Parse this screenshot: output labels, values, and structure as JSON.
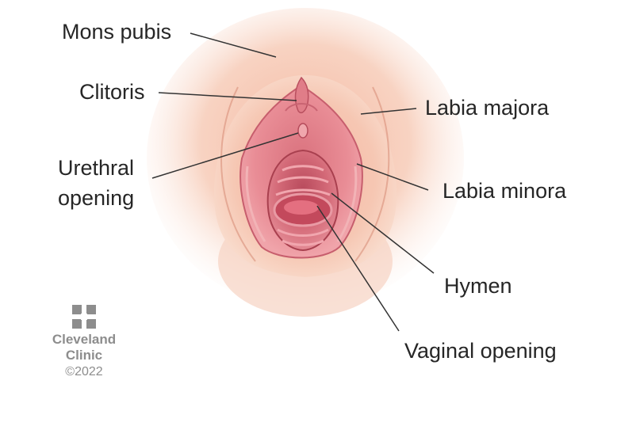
{
  "labels": {
    "mons_pubis": "Mons pubis",
    "clitoris": "Clitoris",
    "urethral_opening_line1": "Urethral",
    "urethral_opening_line2": "opening",
    "labia_majora": "Labia majora",
    "labia_minora": "Labia minora",
    "hymen": "Hymen",
    "vaginal_opening": "Vaginal opening"
  },
  "logo": {
    "name_line1": "Cleveland",
    "name_line2": "Clinic",
    "copyright": "©2022",
    "icon": "cleveland-clinic-cross-icon"
  },
  "colors": {
    "skin": "#f7d2bf",
    "skin_shadow": "#e8a88e",
    "tissue": "#e7828c",
    "tissue_dark": "#c65767",
    "text": "#262626",
    "leader_line": "#333333",
    "logo": "#8d8d8d"
  }
}
